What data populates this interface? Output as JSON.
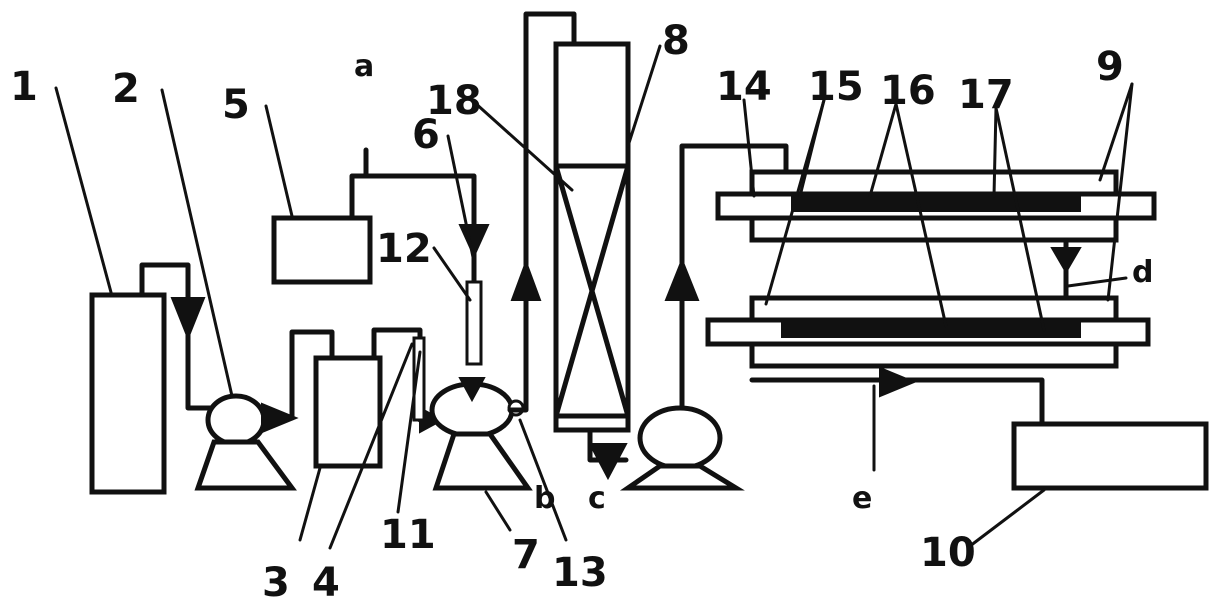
{
  "labels": {
    "n1": "1",
    "n2": "2",
    "n3": "3",
    "n4": "4",
    "n5": "5",
    "n6": "6",
    "n7": "7",
    "n8": "8",
    "n9": "9",
    "n10": "10",
    "n11": "11",
    "n12": "12",
    "n13": "13",
    "n14": "14",
    "n15": "15",
    "n16": "16",
    "n17": "17",
    "n18": "18",
    "a": "a",
    "b": "b",
    "c": "c",
    "d": "d",
    "e": "e"
  }
}
